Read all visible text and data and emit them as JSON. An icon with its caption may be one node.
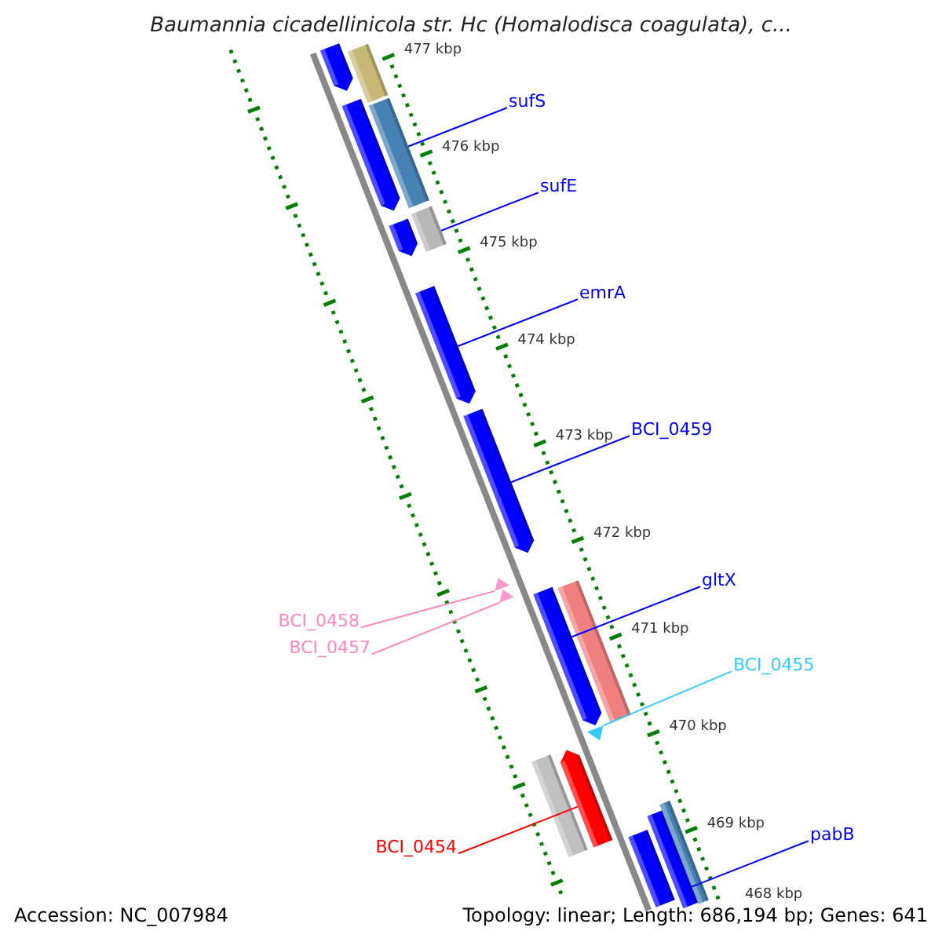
{
  "diagram": {
    "title": "Baumannia cicadellinicola str. Hc (Homalodisca coagulata), c...",
    "nodes": [
      {
        "text": [
          "sufS"
        ]
      },
      {
        "text": [
          "sufE"
        ]
      },
      {
        "text": [
          "emrA"
        ]
      },
      {
        "text": [
          "BCI_0459"
        ]
      },
      {
        "text": [
          "gltX"
        ]
      },
      {
        "text": [
          "BCI_0458"
        ]
      },
      {
        "text": [
          "BCI_0457"
        ]
      },
      {
        "text": [
          "BCI_0455"
        ]
      },
      {
        "text": [
          "pabB"
        ]
      },
      {
        "text": [
          "BCI_0454"
        ]
      },
      {
        "text": [],
        "shape": "bar"
      },
      {
        "text": [],
        "shape": "bar"
      },
      {
        "text": [],
        "shape": "bar"
      },
      {
        "text": [],
        "shape": "bar"
      },
      {
        "text": [],
        "shape": "triangle"
      },
      {
        "text": [],
        "shape": "triangle"
      },
      {
        "text": [],
        "shape": "bar"
      },
      {
        "text": [],
        "shape": "triangle"
      },
      {
        "text": [],
        "shape": "bar"
      },
      {
        "text": [],
        "shape": "bar"
      }
    ],
    "edges": [
      {
        "from": 0,
        "to": 10,
        "arrow": "none"
      },
      {
        "from": 1,
        "to": 11,
        "arrow": "none"
      },
      {
        "from": 2,
        "to": 12,
        "arrow": "none"
      },
      {
        "from": 3,
        "to": 13,
        "arrow": "none"
      },
      {
        "from": 4,
        "to": 16,
        "arrow": "none"
      },
      {
        "from": 5,
        "to": 14,
        "arrow": "none",
        "color": "#ff88c0"
      },
      {
        "from": 6,
        "to": 15,
        "arrow": "none",
        "color": "#ff88c0"
      },
      {
        "from": 7,
        "to": 17,
        "arrow": "none",
        "color": "#33ccff"
      },
      {
        "from": 8,
        "to": 19,
        "arrow": "none"
      },
      {
        "from": 9,
        "to": 18,
        "arrow": "none",
        "color": "#ff0000"
      }
    ],
    "labels": [
      "477 kbp",
      "476 kbp",
      "475 kbp",
      "474 kbp",
      "473 kbp",
      "472 kbp",
      "471 kbp",
      "470 kbp",
      "469 kbp",
      "468 kbp",
      "Accession: NC_007984",
      "Topology: linear; Length: 686,194 bp; Genes: 641"
    ]
  }
}
